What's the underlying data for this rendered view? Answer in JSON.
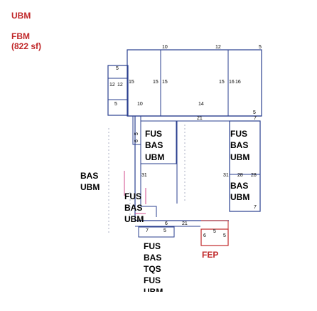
{
  "header": {
    "title": "UBM",
    "area_code": "FBM",
    "area_size": "(822 sf)"
  },
  "colors": {
    "label_red": "#c0282a",
    "label_blue": "#2a3f8f",
    "wall_blue": "#2a3f8f",
    "pink_line": "#d14a8b",
    "red_line": "#c0282a"
  },
  "labels": {
    "fus_1": "FUS",
    "bas_1": "BAS",
    "ubm_1": "UBM",
    "bas_left": "BAS",
    "ubm_left": "UBM",
    "fus_2": "FUS",
    "bas_2": "BAS",
    "ubm_2": "UBM",
    "fus_r1": "FUS",
    "bas_r1": "BAS",
    "ubm_r1": "UBM",
    "bas_r2": "BAS",
    "ubm_r2": "UBM",
    "fus_b": "FUS",
    "bas_b": "BAS",
    "fep": "FEP",
    "tqs": "TQS",
    "fus_bottom": "FUS",
    "ubm_cut": "UBM"
  },
  "dims": {
    "top_10": "10",
    "top_12": "12",
    "top_5": "5",
    "left_5a": "5",
    "d_15a": "15",
    "d_15b": "15",
    "d_15c": "15",
    "d_15d": "15",
    "d_16": "16",
    "d_16b": "16",
    "d_12": "12",
    "d_12b": "12",
    "d_5b": "5",
    "d_10": "10",
    "d_14": "14",
    "d_5c": "5",
    "d_21": "21",
    "d_7": "7",
    "d_31": "31",
    "d_31b": "31",
    "d_28": "28",
    "d_28b": "28",
    "d_7b": "7",
    "d_6": "6",
    "d_21b": "21",
    "d_7c": "7",
    "d_5d": "5",
    "d_5e": "5",
    "d_6b": "6",
    "d_5f": "5",
    "v_6": "6",
    "v_5": "5"
  }
}
